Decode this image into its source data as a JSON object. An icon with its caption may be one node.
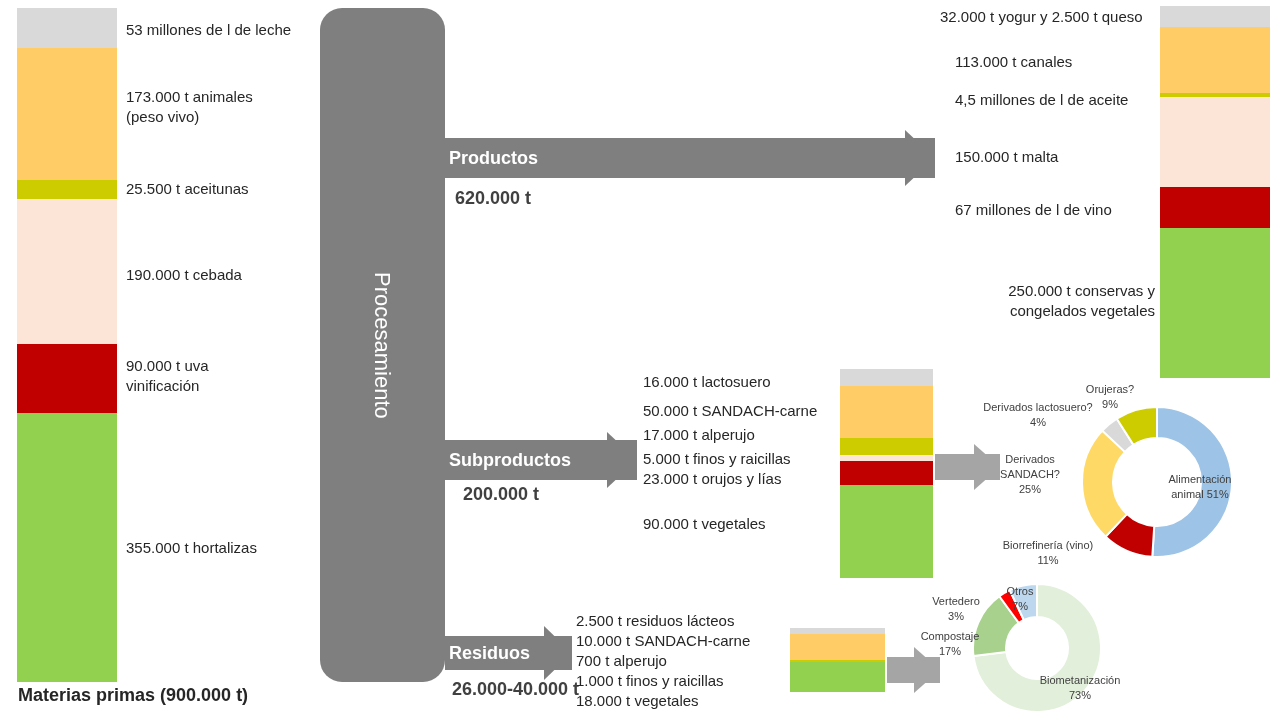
{
  "diagram": {
    "nodes": [
      {
        "text": [
          "53 millones de l de leche",
          "173.000 t animales (peso vivo)",
          "25.500 t aceitunas",
          "190.000 t cebada",
          "90.000 t uva vinificación",
          "355.000 t hortalizas",
          "Materias primas (900.000 t)"
        ]
      },
      {
        "text": [
          "Procesamiento"
        ]
      },
      {
        "text": [
          "32.000 t yogur y 2.500 t queso",
          "113.000 t canales",
          "4,5 millones de l de aceite",
          "150.000 t malta",
          "67 millones de l de vino",
          "250.000 t conservas y congelados vegetales"
        ]
      },
      {
        "text": [
          "16.000 t lactosuero",
          "50.000 t SANDACH-carne",
          "17.000 t alperujo",
          "5.000 t finos y raicillas",
          "23.000 t orujos y lías",
          "90.000 t vegetales"
        ]
      },
      {
        "text": [
          "Orujeras? 9%",
          "Derivados lactosuero? 4%",
          "Derivados SANDACH? 25%",
          "Alimentación animal 51%",
          "Biorrefinería (vino) 11%"
        ]
      },
      {
        "text": [
          "2.500 t residuos lácteos",
          "10.000 t SANDACH-carne",
          "700 t alperujo",
          "1.000 t finos y raicillas",
          "18.000 t vegetales"
        ]
      },
      {
        "text": [
          "Otros 7%",
          "Vertedero 3%",
          "Compostaje 17%",
          "Biometanización 73%"
        ]
      }
    ],
    "edges": [
      {
        "from": 1,
        "to": 2,
        "arrow": "to",
        "label": "Productos"
      },
      {
        "from": 1,
        "to": 3,
        "arrow": "to",
        "label": "Subproductos"
      },
      {
        "from": 1,
        "to": 5,
        "arrow": "to",
        "label": "Residuos"
      },
      {
        "from": 3,
        "to": 4,
        "arrow": "to",
        "color": "#a5a5a5"
      },
      {
        "from": 5,
        "to": 6,
        "arrow": "to",
        "color": "#a5a5a5"
      }
    ],
    "labels": [
      "620.000 t",
      "200.000 t",
      "26.000-40.000 t"
    ]
  }
}
